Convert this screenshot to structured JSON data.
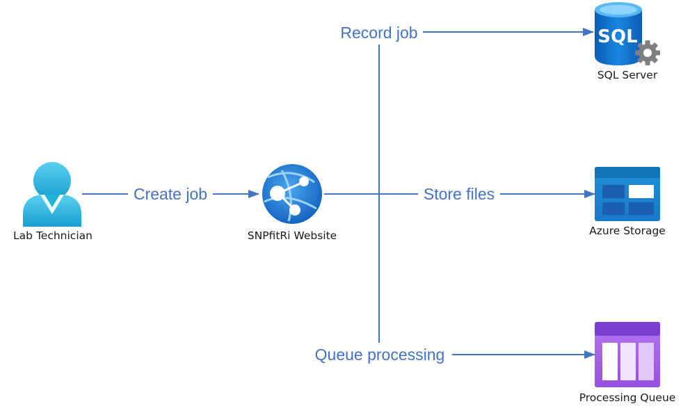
{
  "nodes": {
    "technician": {
      "label": "Lab Technician",
      "icon": "user-icon"
    },
    "website": {
      "label": "SNPfitRi Website",
      "icon": "web-app-icon"
    },
    "sql": {
      "label": "SQL Server",
      "icon": "sql-server-icon",
      "icon_text": "SQL"
    },
    "storage": {
      "label": "Azure Storage",
      "icon": "storage-account-icon"
    },
    "queue": {
      "label": "Processing Queue",
      "icon": "queue-icon"
    }
  },
  "edges": {
    "create_job": "Create job",
    "record_job": "Record job",
    "store_files": "Store files",
    "queue_processing": "Queue processing"
  },
  "colors": {
    "connector": "#4472c4",
    "label_text": "#4472c4",
    "user_icon": "#1fb5d9",
    "sql_icon": "#0a78d4",
    "storage_icon": "#1a8fd6",
    "queue_icon": "#8a4fd8",
    "gear": "#7f7f7f"
  }
}
